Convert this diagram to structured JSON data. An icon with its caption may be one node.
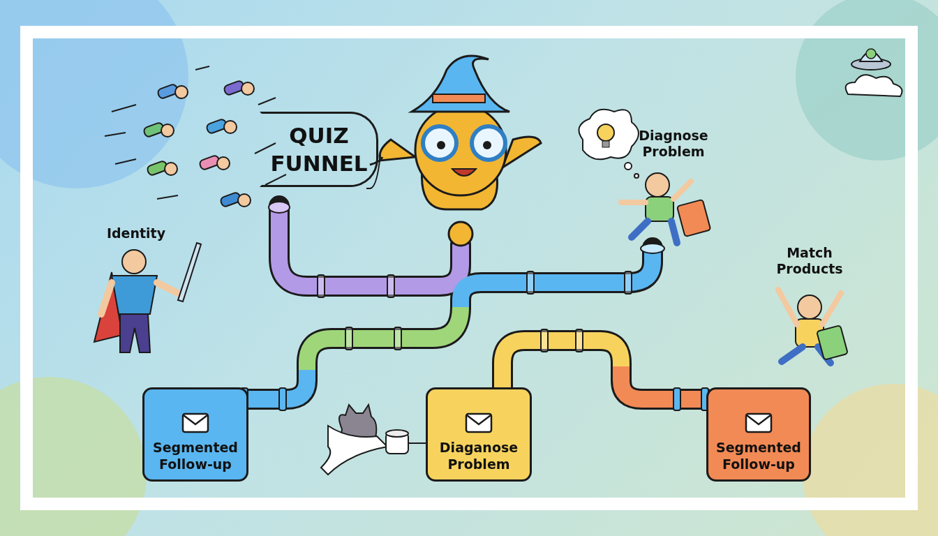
{
  "diagram": {
    "nodes": [
      {
        "text": [
          "QUIZ FUNNEL"
        ]
      },
      {
        "text": [
          "Segmented Follow-up"
        ]
      },
      {
        "text": [
          "Diaganose Problem"
        ]
      },
      {
        "text": [
          "Segmented Follow-up"
        ]
      }
    ],
    "labels": [
      "Diagnose Problem",
      "Identity",
      "Match Products"
    ]
  }
}
